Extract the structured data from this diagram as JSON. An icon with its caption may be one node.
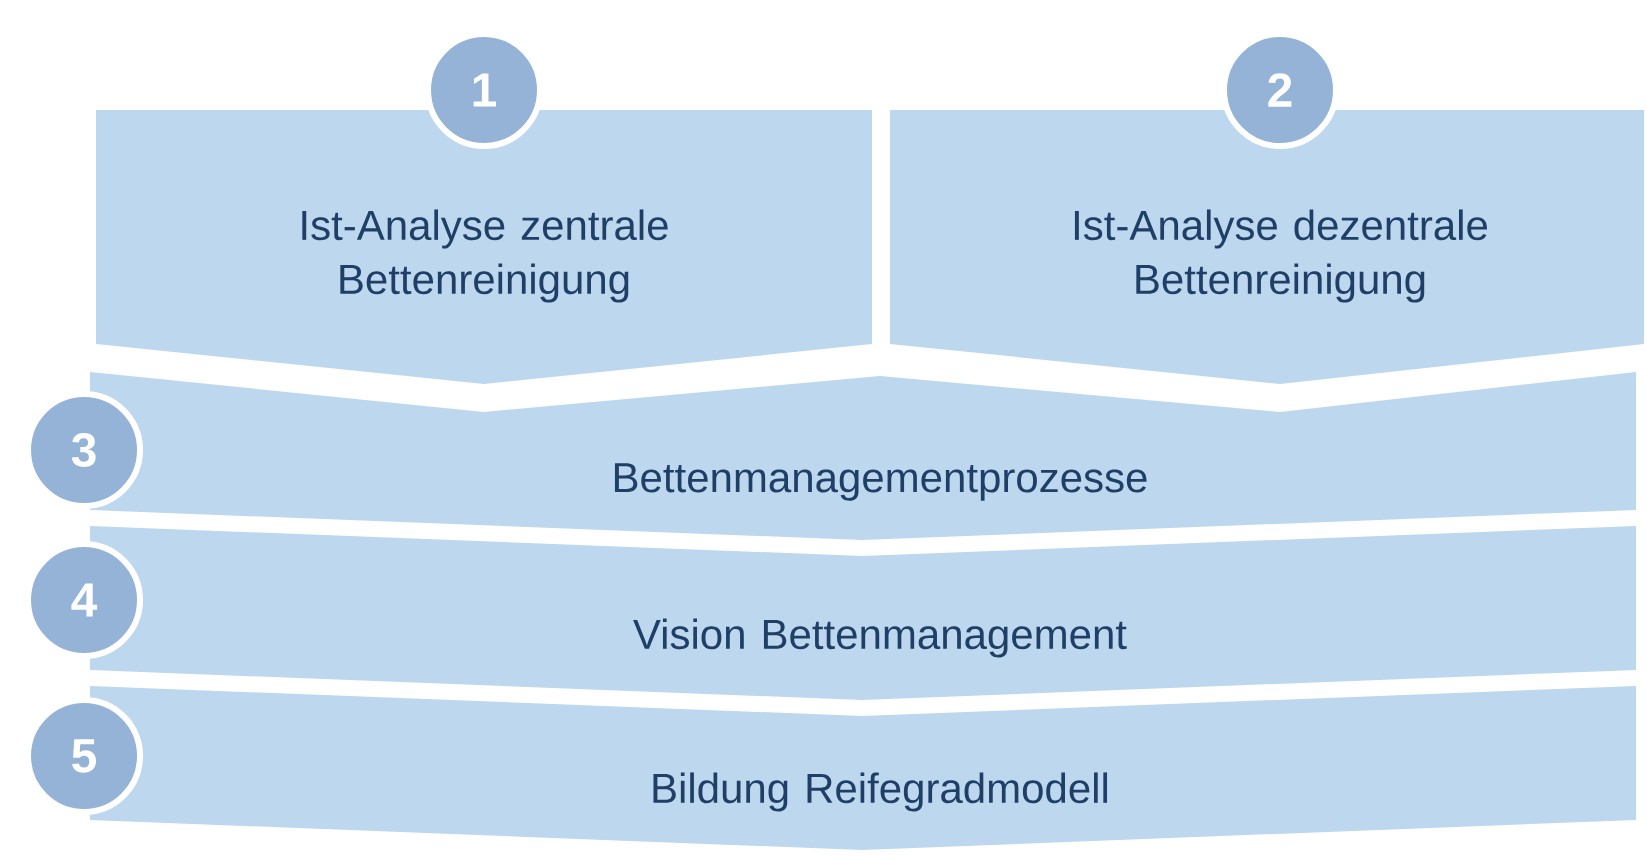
{
  "diagram": {
    "nodes": [
      {
        "text": [
          "1"
        ]
      },
      {
        "text": [
          "Ist-Analyse zentrale Bettenreinigung"
        ]
      },
      {
        "text": [
          "2"
        ]
      },
      {
        "text": [
          "Ist-Analyse dezentrale Bettenreinigung"
        ]
      },
      {
        "text": [
          "3"
        ]
      },
      {
        "text": [
          "Bettenmanagementprozesse"
        ]
      },
      {
        "text": [
          "4"
        ]
      },
      {
        "text": [
          "Vision Bettenmanagement"
        ]
      },
      {
        "text": [
          "5"
        ]
      },
      {
        "text": [
          "Bildung Reifegradmodell"
        ]
      }
    ]
  }
}
